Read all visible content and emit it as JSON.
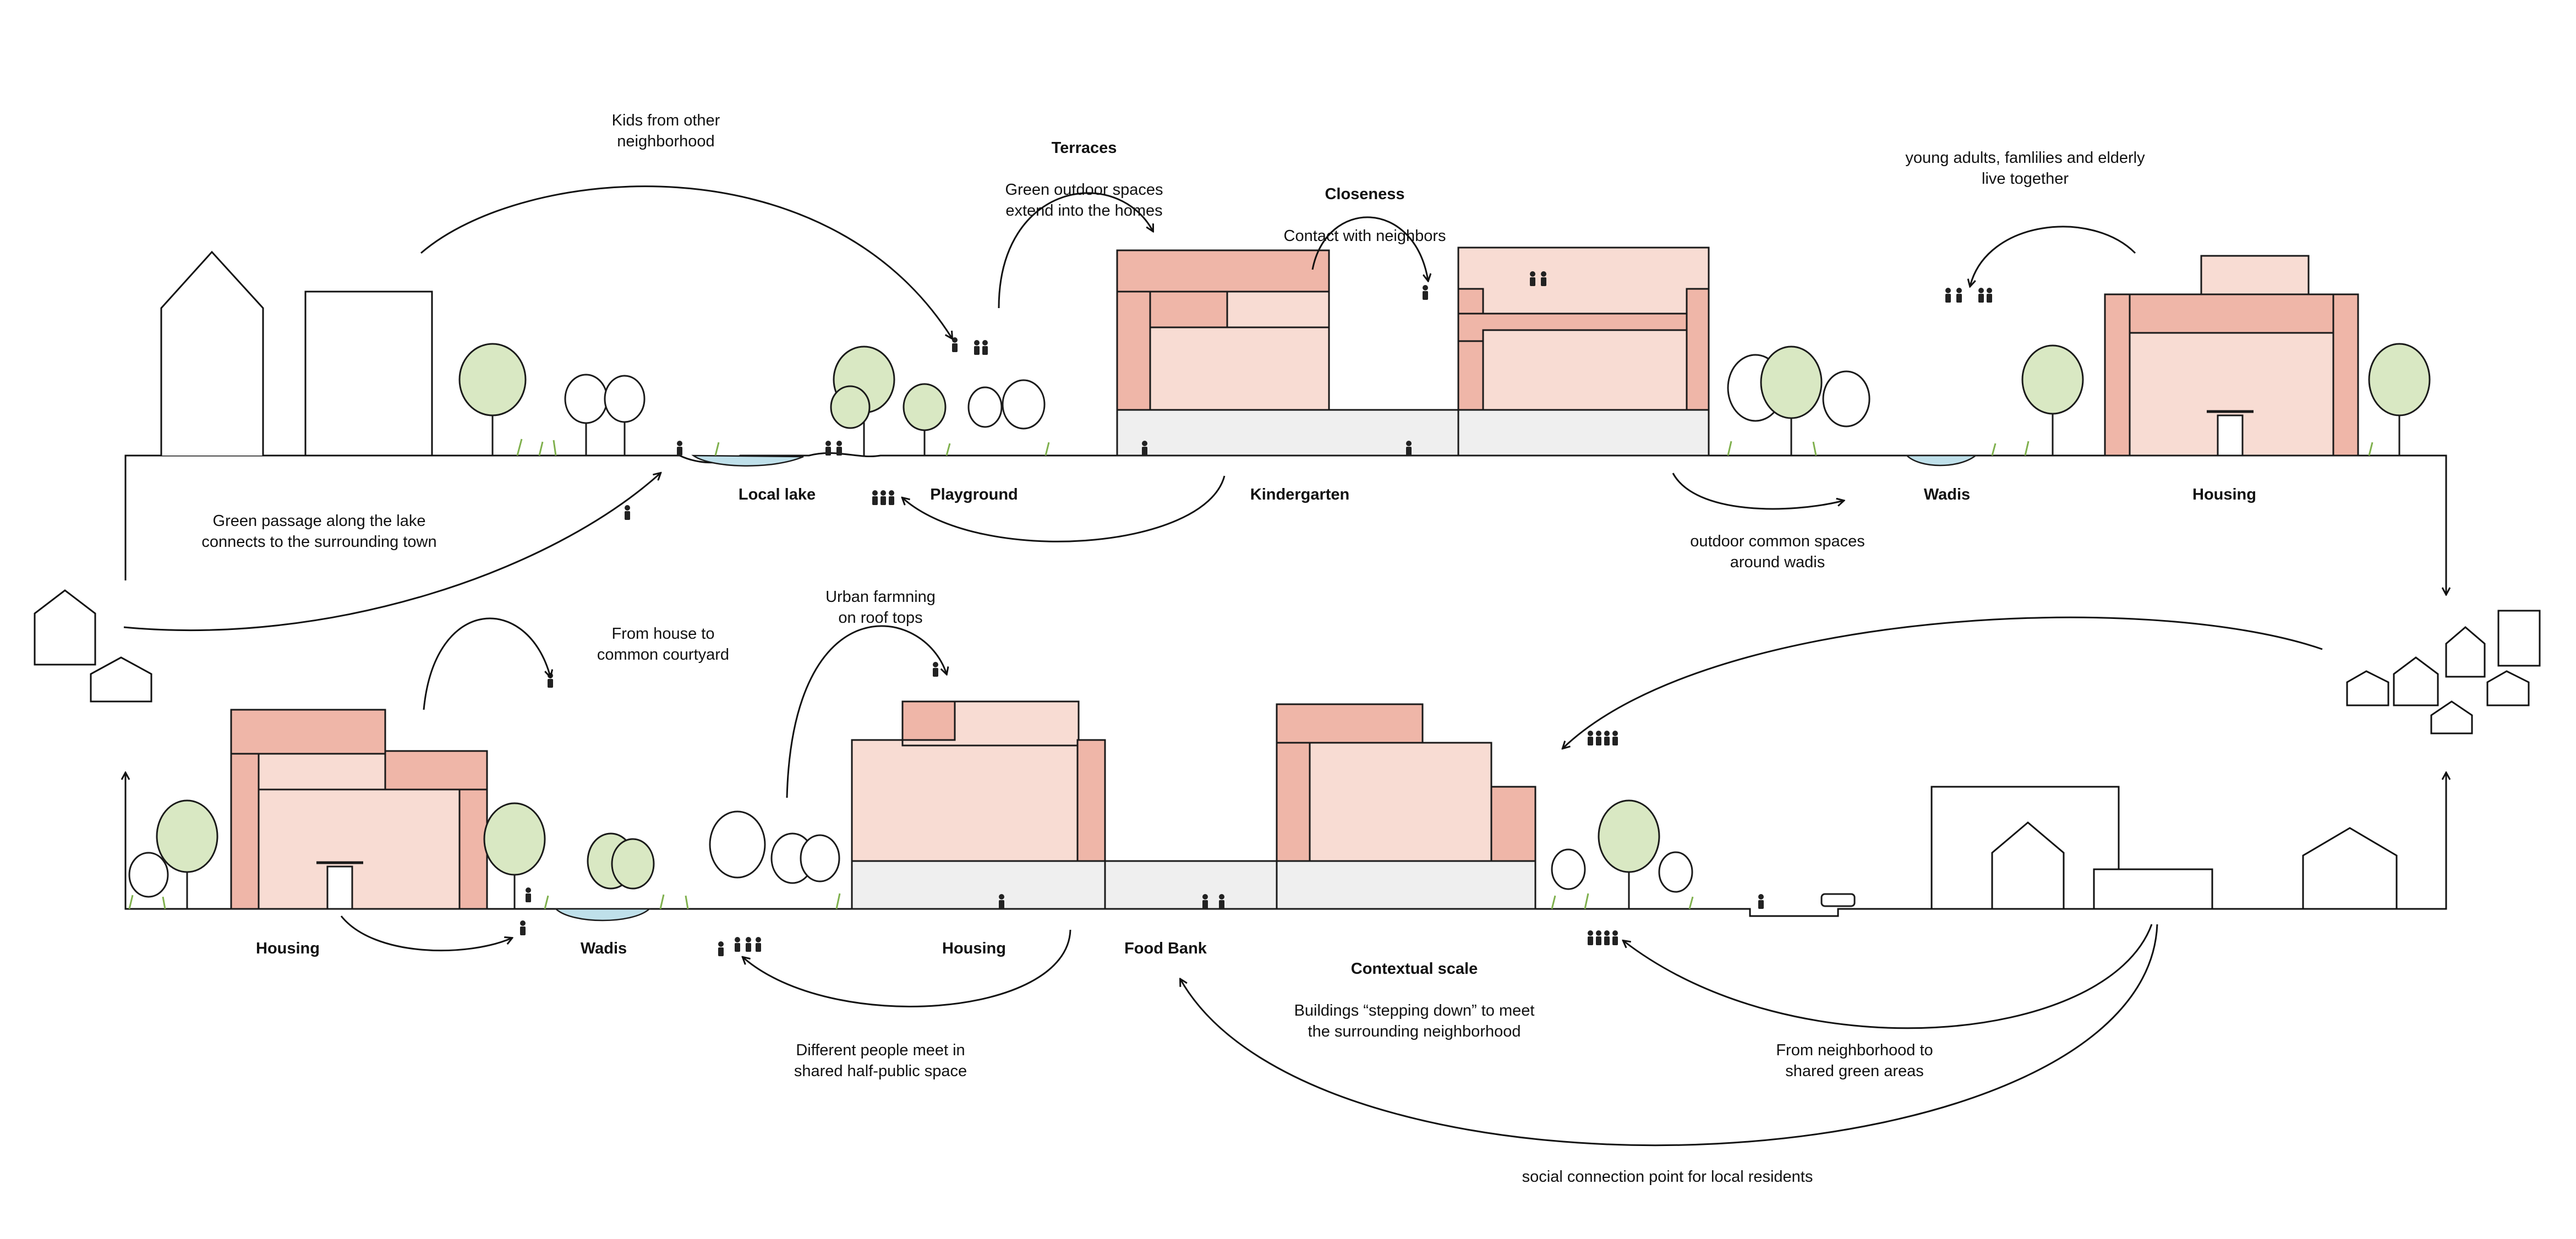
{
  "top_labels": {
    "local_lake": "Local lake",
    "playground": "Playground",
    "kindergarten": "Kindergarten",
    "wadis": "Wadis",
    "housing": "Housing"
  },
  "bottom_labels": {
    "housing_left": "Housing",
    "wadis": "Wadis",
    "housing_mid": "Housing",
    "food_bank": "Food Bank"
  },
  "annotations": {
    "kids": "Kids from other\nneighborhood",
    "terraces_title": "Terraces",
    "terraces_text": "Green outdoor spaces\nextend into the homes",
    "closeness_title": "Closeness",
    "closeness_text": "Contact with neighbors",
    "young_adults": "young adults, famlilies and elderly\nlive together",
    "green_passage": "Green passage along the lake\nconnects to the surrounding town",
    "outdoor_common": "outdoor common spaces\naround wadis",
    "from_house": "From house to\ncommon courtyard",
    "urban_farming": "Urban farmning\non roof tops",
    "contextual_title": "Contextual scale",
    "contextual_text": "Buildings “stepping down” to meet\nthe surrounding neighborhood",
    "different_people": "Different people meet in\nshared half-public space",
    "from_neighborhood": "From neighborhood to\nshared green areas",
    "social_connection": "social connection point for local residents"
  },
  "colors": {
    "building_light": "#f8dcd3",
    "building_dark": "#efb6a8",
    "tree_green": "#d9e8c3",
    "water": "#bfe0ea",
    "grass": "#7fb04d"
  }
}
